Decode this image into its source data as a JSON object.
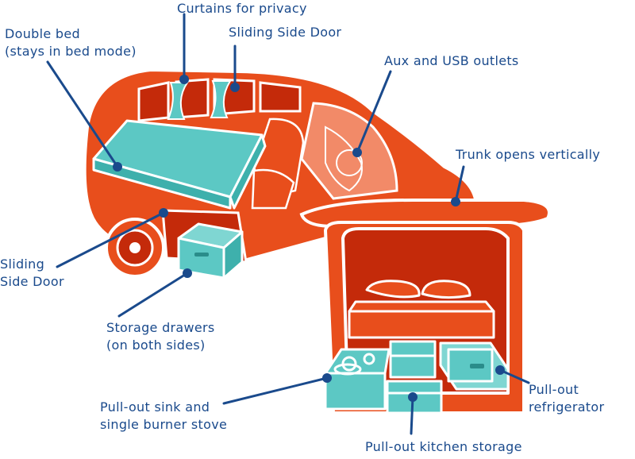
{
  "colors": {
    "label_text": "#1a4a8c",
    "leader_line": "#1a4a8c",
    "body_orange": "#e84e1c",
    "interior_dark": "#c42a0a",
    "window_light": "#f28a68",
    "fixture_teal": "#5cc8c4",
    "teal_dark": "#2a8c8a",
    "outline": "#ffffff",
    "wheel_dark": "#3a2a2a"
  },
  "labels": {
    "double_bed": [
      "Double bed",
      "(stays in bed mode)"
    ],
    "curtains": [
      "Curtains for privacy"
    ],
    "sliding_door_top": [
      "Sliding Side Door"
    ],
    "aux_usb": [
      "Aux and USB outlets"
    ],
    "trunk": [
      "Trunk opens vertically"
    ],
    "sliding_door_left": [
      "Sliding",
      "Side Door"
    ],
    "storage_drawers": [
      "Storage drawers",
      "(on both sides)"
    ],
    "sink_stove": [
      "Pull-out sink and",
      "single burner stove"
    ],
    "refrigerator": [
      "Pull-out",
      "refrigerator"
    ],
    "kitchen_storage": [
      "Pull-out kitchen storage"
    ]
  }
}
